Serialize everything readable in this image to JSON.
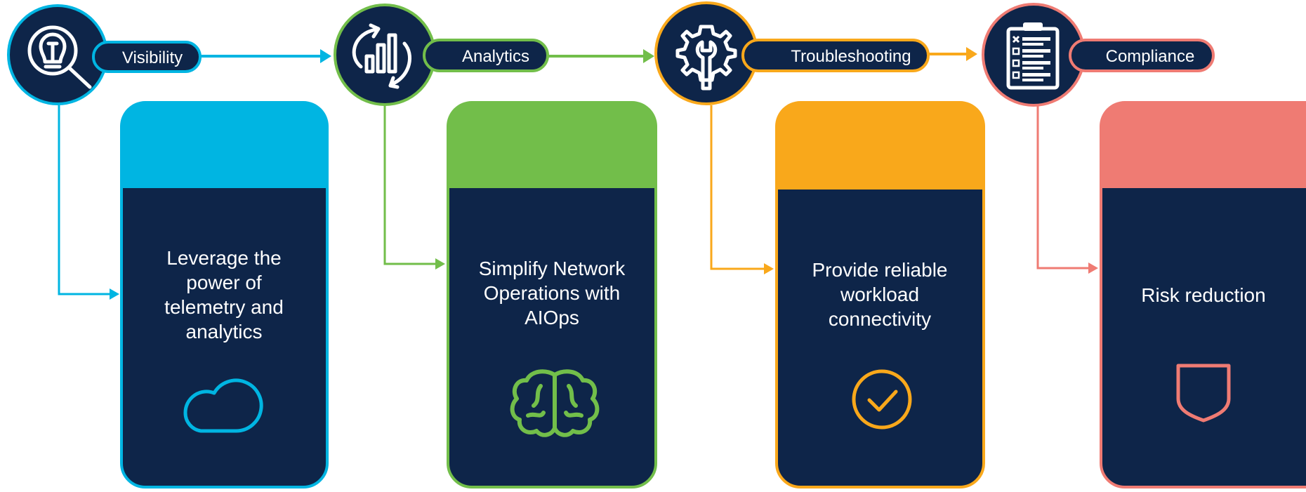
{
  "colors": {
    "navy": "#0e2549",
    "visibility": "#00b5e2",
    "analytics": "#72be4a",
    "troubleshooting": "#f9a81b",
    "compliance": "#ef7b73",
    "text": "#ffffff"
  },
  "steps": [
    {
      "label": "Visibility",
      "description": "Leverage the\npower of\ntelemetry and\nanalytics",
      "header_icon": "lightbulb-magnifier-icon",
      "card_icon": "cloud-icon"
    },
    {
      "label": "Analytics",
      "description": "Simplify Network\nOperations with\nAIOps",
      "header_icon": "bar-chart-cycle-icon",
      "card_icon": "brain-icon"
    },
    {
      "label": "Troubleshooting",
      "description": "Provide reliable\nworkload\nconnectivity",
      "header_icon": "gear-wrench-icon",
      "card_icon": "checkmark-circle-icon"
    },
    {
      "label": "Compliance",
      "description": "Risk reduction",
      "header_icon": "clipboard-checklist-icon",
      "card_icon": "shield-icon"
    }
  ]
}
